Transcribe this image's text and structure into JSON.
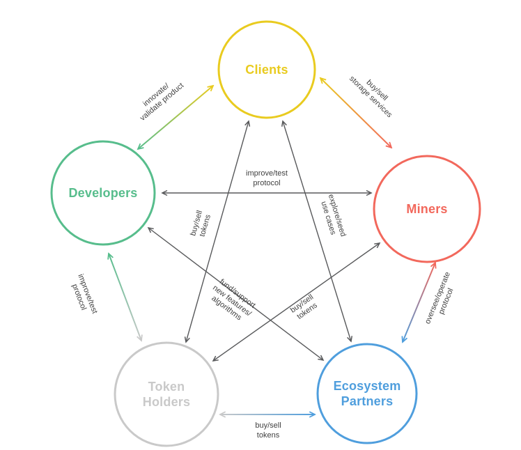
{
  "page": {
    "background": "#ffffff"
  },
  "colors": {
    "arrow": "#58595b",
    "edge_label": "#3f3f3f"
  },
  "nodes": {
    "clients": {
      "line1": "Clients",
      "color": "#e9cb1f"
    },
    "developers": {
      "line1": "Developers",
      "color": "#57bd8c"
    },
    "miners": {
      "line1": "Miners",
      "color": "#f2685c"
    },
    "token_holders": {
      "line1": "Token",
      "line2": "Holders",
      "color": "#c9c9c9"
    },
    "ecosystem_partners": {
      "line1": "Ecosystem",
      "line2": "Partners",
      "color": "#4f9edd"
    }
  },
  "edges": {
    "developers_clients": {
      "line1": "innovate/",
      "line2": "validate product"
    },
    "clients_miners": {
      "line1": "buy/sell",
      "line2": "storage services"
    },
    "miners_ecosystem_partners": {
      "line1": "oversee/operate",
      "line2": "protocol"
    },
    "token_holders_ecosystem_partners": {
      "line1": "buy/sell",
      "line2": "tokens"
    },
    "token_holders_developers": {
      "line1": "improve/test",
      "line2": "protocol"
    },
    "developers_miners": {
      "line1": "improve/test",
      "line2": "protocol"
    },
    "clients_token_holders": {
      "line1": "buy/sell",
      "line2": "tokens"
    },
    "clients_ecosystem_partners": {
      "line1": "explore/seed",
      "line2": "use cases"
    },
    "developers_ecosystem_partners": {
      "line1": "fund/support",
      "line2": "new features/",
      "line3": "algorithms"
    },
    "miners_token_holders": {
      "line1": "buy/sell",
      "line2": "tokens"
    }
  }
}
